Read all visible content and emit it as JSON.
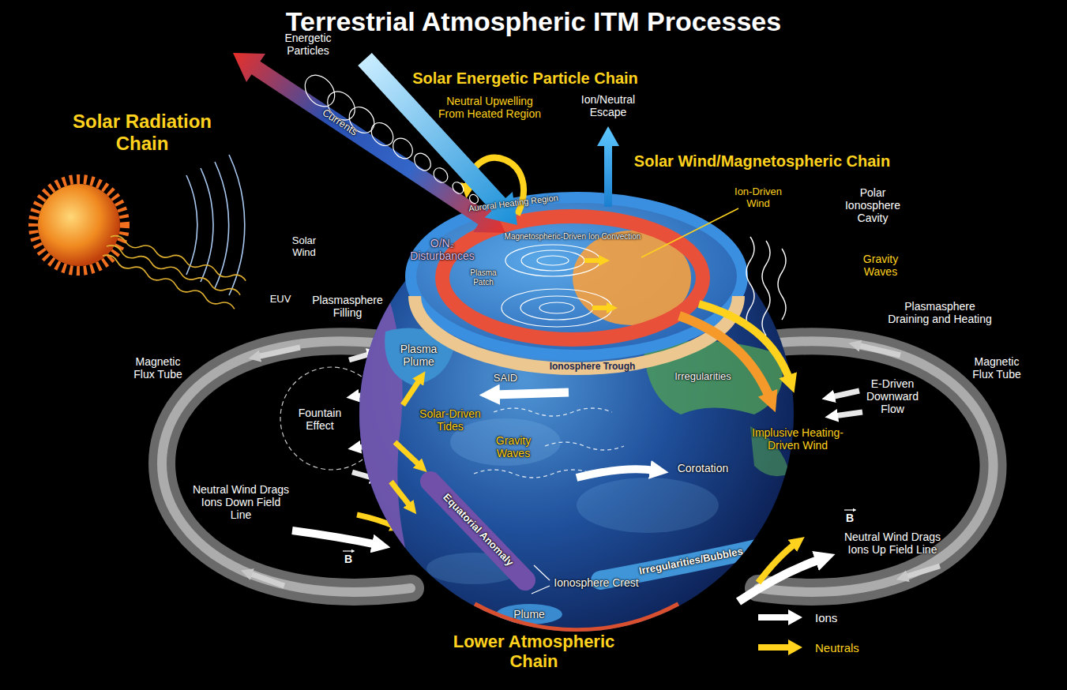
{
  "diagram": {
    "title": "Terrestrial Atmospheric ITM Processes",
    "labels": [
      "Energetic Particles",
      "Solar Energetic Particle Chain",
      "Solar Radiation Chain",
      "Neutral Upwelling From Heated Region",
      "Ion/Neutral Escape",
      "Currents",
      "Solar Wind/Magnetospheric Chain",
      "Ion-Driven Wind",
      "Polar Ionosphere Cavity",
      "Auroral Heating Region",
      "Magnetospheric-Driven Ion Convection",
      "Solar Wind",
      "O/N₂ Disturbances",
      "Plasma Patch",
      "Gravity Waves",
      "EUV",
      "Plasmasphere Filling",
      "Plasmasphere Draining and Heating",
      "Plasma Plume",
      "Magnetic Flux Tube",
      "Magnetic Flux Tube",
      "Ionosphere Trough",
      "SAID",
      "Irregularities",
      "E-Driven Downward Flow",
      "Fountain Effect",
      "Solar-Driven Tides",
      "Implusive Heating-Driven Wind",
      "Gravity Waves",
      "Corotation",
      "Neutral Wind Drags Ions Down Field Line",
      "B",
      "Equatorial Anomaly",
      "Irregularities/Bubbles",
      "B",
      "Neutral Wind Drags Ions Up Field Line",
      "Ionosphere Crest",
      "Plume",
      "Lower Atmospheric Chain"
    ],
    "legend": [
      {
        "text": "Ions"
      },
      {
        "text": "Neutrals"
      }
    ]
  }
}
